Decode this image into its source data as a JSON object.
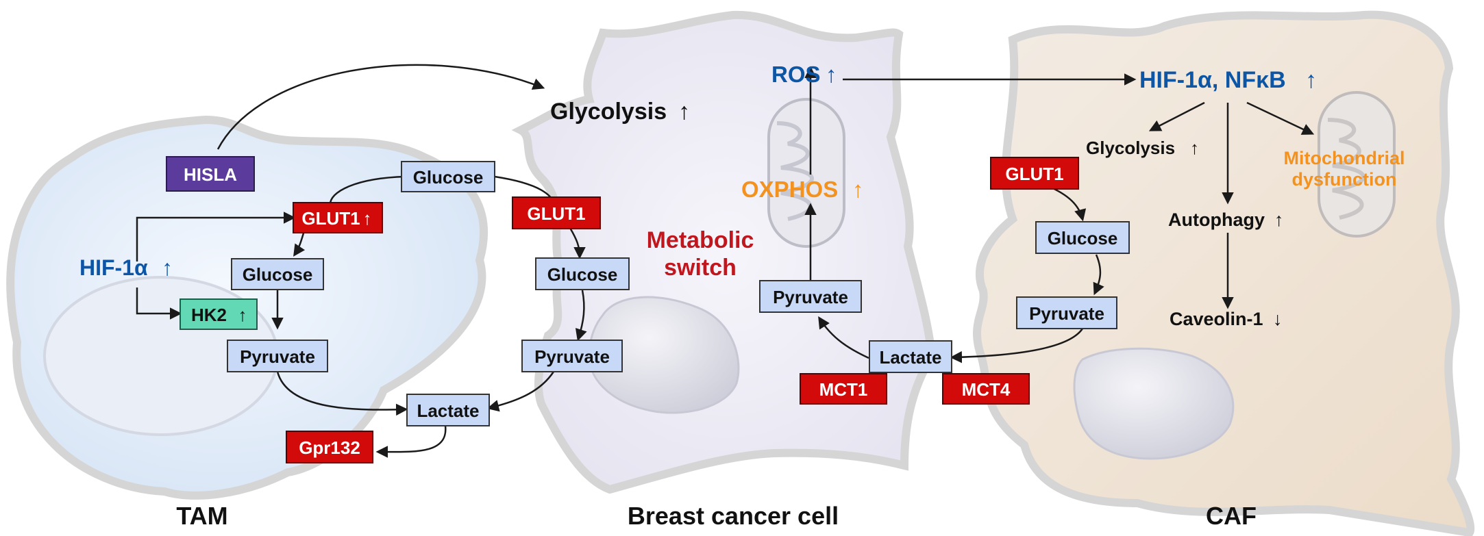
{
  "colors": {
    "protein_box": "#d20a0a",
    "metabolite_box": "#c8d9f7",
    "hisla_box": "#5b3b9c",
    "hk2_box": "#63d8b4",
    "hif_text": "#0d56a6",
    "orange_text": "#f3921e",
    "switch_text": "#c0161e"
  },
  "tam": {
    "label": "TAM",
    "hisla": "HISLA",
    "hif": "HIF-1α",
    "glut1": "GLUT1",
    "hk2": "HK2",
    "glucose": "Glucose",
    "pyruvate": "Pyruvate",
    "lactate": "Lactate",
    "gpr132": "Gpr132",
    "up_arrow": "↑"
  },
  "shared": {
    "glucose": "Glucose"
  },
  "cancer": {
    "label": "Breast cancer cell",
    "glycolysis": "Glycolysis",
    "glut1": "GLUT1",
    "glucose": "Glucose",
    "pyruvate": "Pyruvate",
    "switch_line1": "Metabolic",
    "switch_line2": "switch",
    "ros": "ROS",
    "oxphos": "OXPHOS",
    "pyruvate2": "Pyruvate",
    "lactate": "Lactate",
    "mct1": "MCT1",
    "mct4": "MCT4",
    "up_arrow": "↑"
  },
  "caf": {
    "label": "CAF",
    "hif_nfkb": "HIF-1α, NFκB",
    "glycolysis": "Glycolysis",
    "glut1": "GLUT1",
    "glucose": "Glucose",
    "pyruvate": "Pyruvate",
    "autophagy": "Autophagy",
    "caveolin": "Caveolin-1",
    "mito_line1": "Mitochondrial",
    "mito_line2": "dysfunction",
    "up_arrow": "↑",
    "down_arrow": "↓"
  }
}
